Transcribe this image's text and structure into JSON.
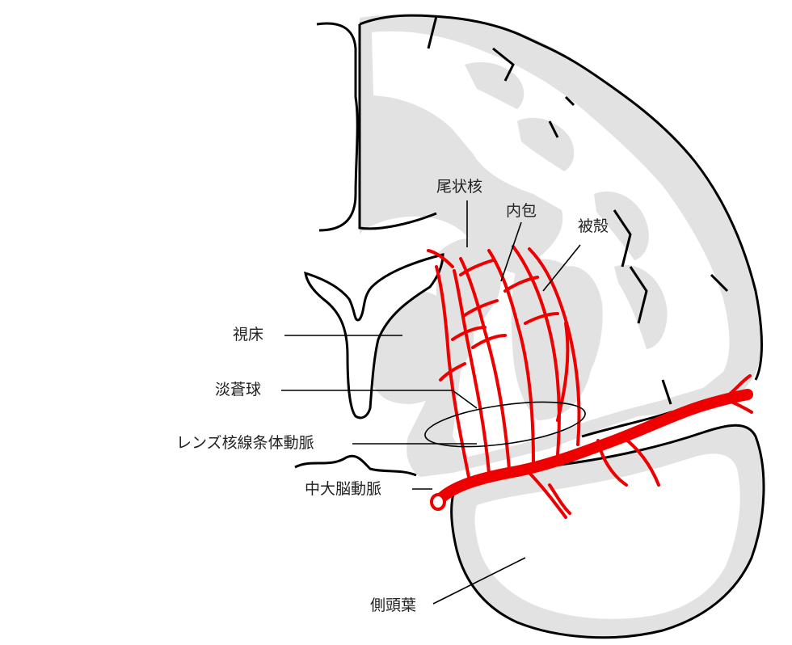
{
  "labels": {
    "caudate": "尾状核",
    "internal_capsule": "内包",
    "putamen": "被殻",
    "thalamus": "視床",
    "globus_pallidus": "淡蒼球",
    "lenticulostriate": "レンズ核線条体動脈",
    "mca": "中大脳動脈",
    "temporal_lobe": "側頭葉"
  },
  "colors": {
    "outline": "#000000",
    "grey_matter": "#e2e2e2",
    "white_matter": "#ffffff",
    "artery": "#ee0000",
    "leader": "#000000"
  }
}
